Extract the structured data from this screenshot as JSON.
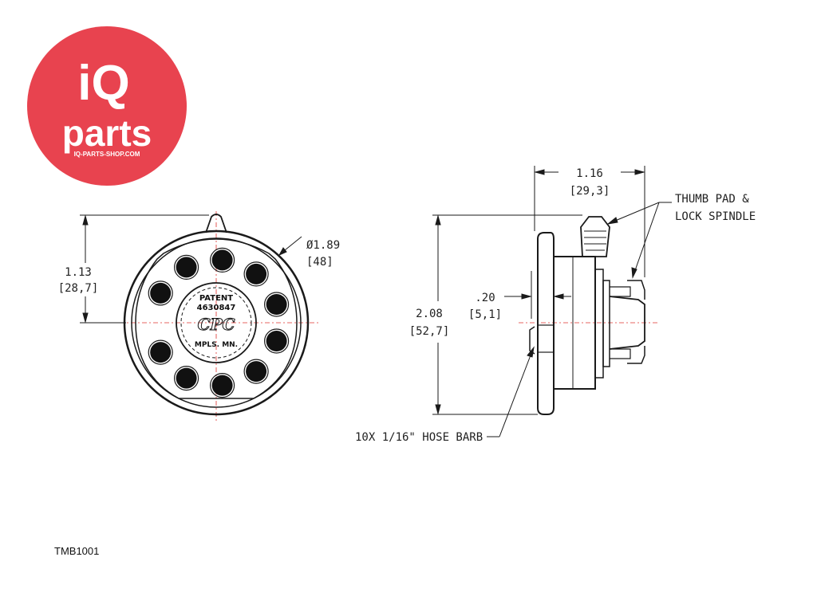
{
  "logo": {
    "line1": "iQ",
    "line2": "parts",
    "url": "IQ-PARTS-SHOP.COM",
    "background_color": "#E8434F",
    "text_color": "#FFFFFF"
  },
  "front_view": {
    "height_in": "1.13",
    "height_mm": "[28,7]",
    "diameter_in": "Ø1.89",
    "diameter_mm": "[48]",
    "center_text": {
      "line1": "PATENT",
      "line2": "4630847",
      "brand": "CPC",
      "line3": "MPLS. MN."
    },
    "port_count": 10
  },
  "side_view": {
    "width_in": "1.16",
    "width_mm": "[29,3]",
    "height_in": "2.08",
    "height_mm": "[52,7]",
    "flange_in": ".20",
    "flange_mm": "[5,1]",
    "callout_thumb_line1": "THUMB PAD &",
    "callout_thumb_line2": "LOCK SPINDLE",
    "callout_barb": "10X 1/16\" HOSE BARB"
  },
  "part_number": "TMB1001",
  "colors": {
    "line": "#1a1a1a",
    "centerline": "#e0322e",
    "port_fill": "#111111"
  }
}
